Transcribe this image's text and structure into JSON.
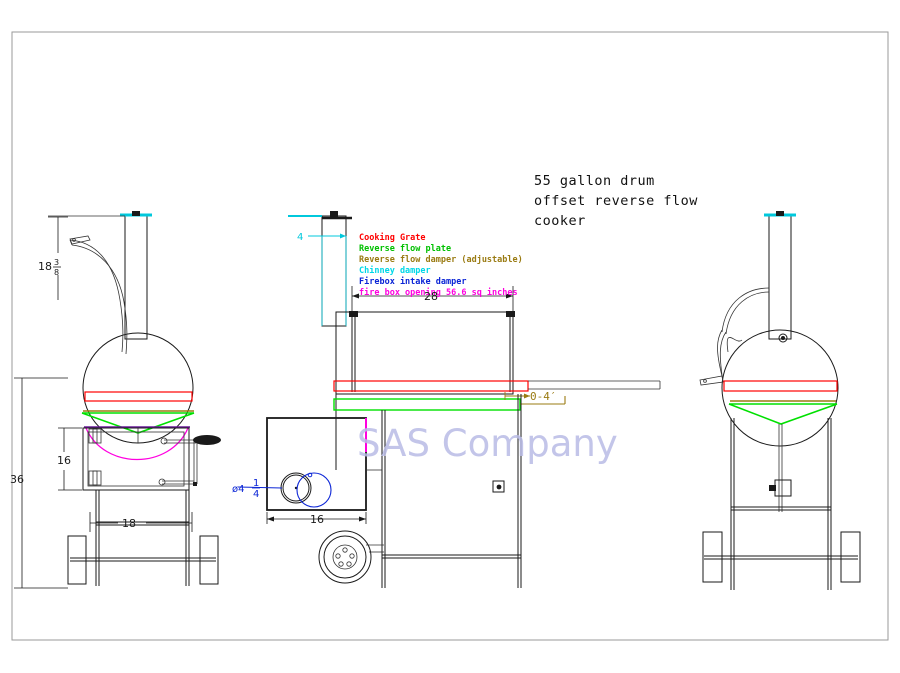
{
  "drawing": {
    "title_lines": [
      "55 gallon drum",
      "offset reverse flow",
      "cooker"
    ],
    "watermark": "SAS Company"
  },
  "legend": {
    "items": [
      {
        "label": "Cooking Grate",
        "color": "#ff0000"
      },
      {
        "label": "Reverse flow plate",
        "color": "#00e000"
      },
      {
        "label": "Reverse flow damper (adjustable)",
        "color": "#9a7b12"
      },
      {
        "label": "Chinney damper",
        "color": "#00d8e8"
      },
      {
        "label": "Firebox intake damper",
        "color": "#0b25d6"
      },
      {
        "label": "fire box opening 56.6 sq inches",
        "color": "#ff00e0"
      }
    ]
  },
  "dimensions": {
    "left_view": {
      "chimney_height_whole": "18",
      "chimney_height_num": "3",
      "chimney_height_den": "8",
      "overall_height": "36",
      "firebox_height": "16",
      "firebox_width": "18"
    },
    "middle_view": {
      "grate_length": "28",
      "chimney_offset": "4",
      "damper_travel": "0-4′",
      "firebox_width": "16",
      "intake_diameter_sym": "ø4",
      "intake_diameter_num": "1",
      "intake_diameter_den": "4"
    }
  },
  "colors": {
    "cooking_grate": "#ff0000",
    "reverse_flow_plate": "#00e000",
    "reverse_flow_damper": "#9a7b12",
    "chimney_damper": "#00d8e8",
    "firebox_intake_damper": "#0b25d6",
    "fire_box_opening": "#ff00e0",
    "outline": "#1a1a1a",
    "watermark": "#b9bce6",
    "frame": "#9a9a9a"
  },
  "views": {
    "left_label": "left-elevation-view",
    "middle_label": "front-section-view",
    "right_label": "right-elevation-view"
  }
}
